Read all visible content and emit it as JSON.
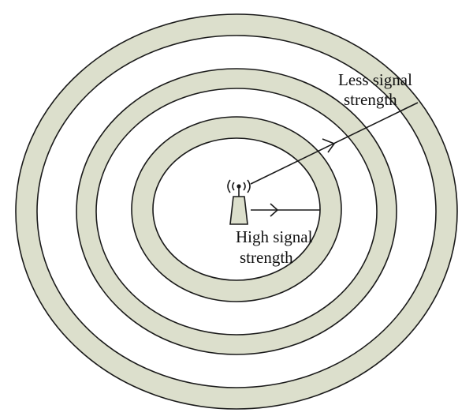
{
  "colors": {
    "band_fill": "#dcdfcc",
    "stroke": "#1a1a1a",
    "background": "#ffffff"
  },
  "labels": {
    "less_line1": "Less signal",
    "less_line2": "strength",
    "high_line1": "High signal",
    "high_line2": "strength"
  },
  "icons": {
    "transmitter": "antenna-tower-icon"
  }
}
